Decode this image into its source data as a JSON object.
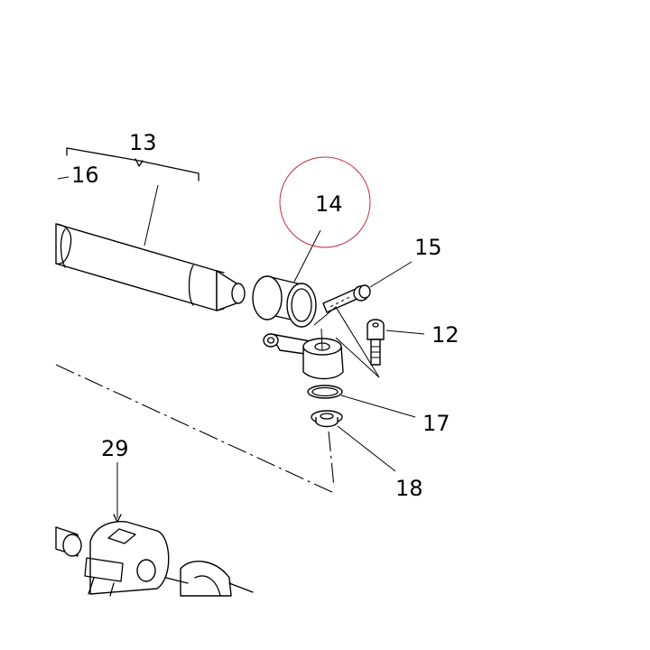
{
  "callouts": {
    "c13": "13",
    "c16": "16",
    "c14": "14",
    "c15": "15",
    "c12": "12",
    "c17": "17",
    "c18": "18",
    "c29": "29"
  },
  "colors": {
    "line": "#000000",
    "highlight_circle": "#c0303a",
    "background": "#ffffff"
  }
}
